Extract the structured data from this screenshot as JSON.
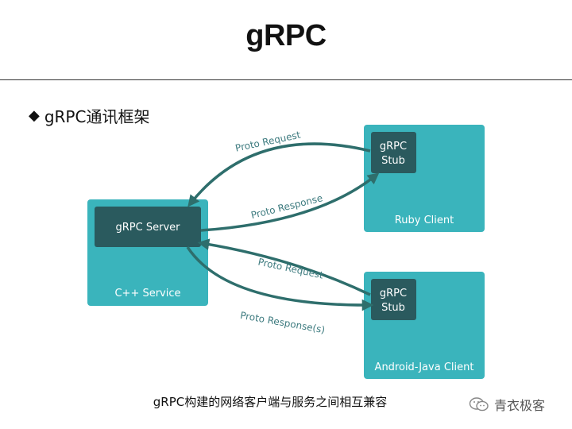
{
  "slide": {
    "title": "gRPC",
    "heading_bullet": "◆",
    "heading": "gRPC通讯框架",
    "caption": "gRPC构建的网络客户端与服务之间相互兼容",
    "watermark": "青衣极客"
  },
  "diagram": {
    "server_box_label": "C++ Service",
    "server_inner_label": "gRPC Server",
    "ruby_box_label": "Ruby Client",
    "ruby_stub_line1": "gRPC",
    "ruby_stub_line2": "Stub",
    "android_box_label": "Android-Java Client",
    "android_stub_line1": "gRPC",
    "android_stub_line2": "Stub",
    "edge_ruby_request": "Proto Request",
    "edge_ruby_response": "Proto Response",
    "edge_android_request": "Proto Request",
    "edge_android_response": "Proto Response(s)",
    "colors": {
      "box": "#3ab4bc",
      "inner": "#2a5a5e",
      "arrow": "#2e6e6c",
      "edge_text": "#3f7c80"
    }
  }
}
